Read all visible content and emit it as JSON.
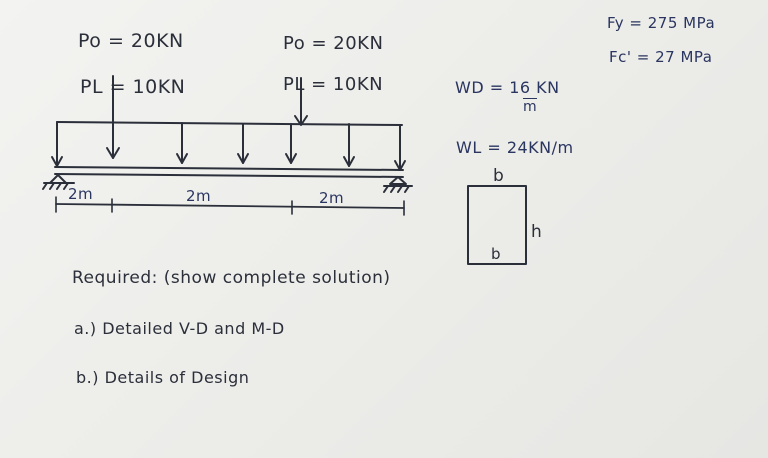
{
  "loads": {
    "pd_left": "Po = 20KN",
    "pl_left": "PL = 10KN",
    "pd_right": "Po = 20KN",
    "pl_right": "PL = 10KN"
  },
  "spans": {
    "a": "2m",
    "b": "2m",
    "c": "2m"
  },
  "distributed": {
    "wd": "WD = 16 KN",
    "wd_unit": "m",
    "wl": "WL = 24KN/m"
  },
  "materials": {
    "fy": "Fy = 275 MPa",
    "fc": "Fc' = 27 MPa"
  },
  "section": {
    "b_top": "b",
    "h": "h",
    "b_bottom": "b"
  },
  "requirements": {
    "title": "Required: (show complete solution)",
    "item_a": "a.) Detailed V-D and M-D",
    "item_b": "b.) Details of Design"
  }
}
